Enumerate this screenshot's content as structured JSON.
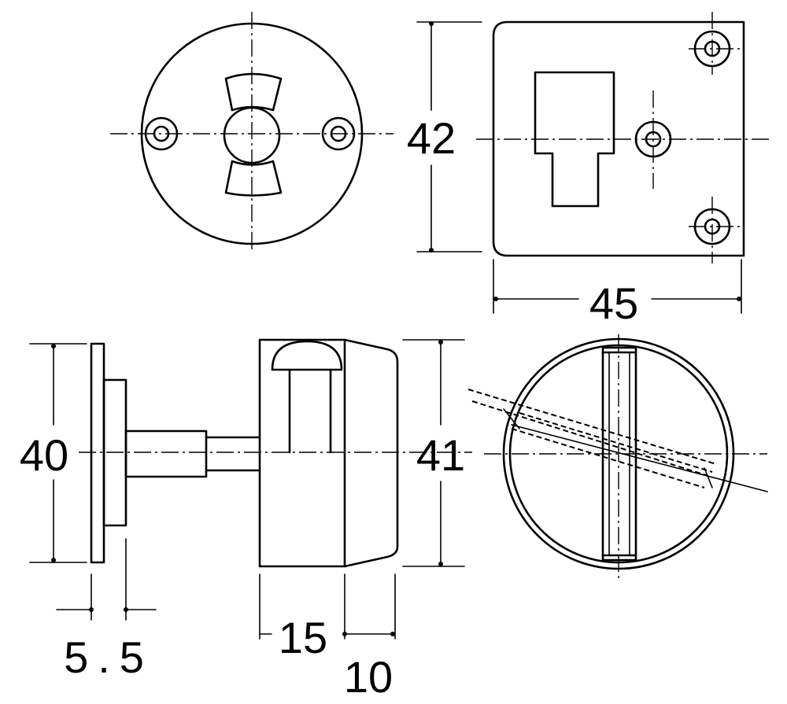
{
  "dimensions": {
    "plate_height": "42",
    "plate_width": "45",
    "flange_height": "40",
    "knob_height": "41",
    "flange_offset": "5.5",
    "body_depth": "15",
    "cap_depth": "10"
  }
}
